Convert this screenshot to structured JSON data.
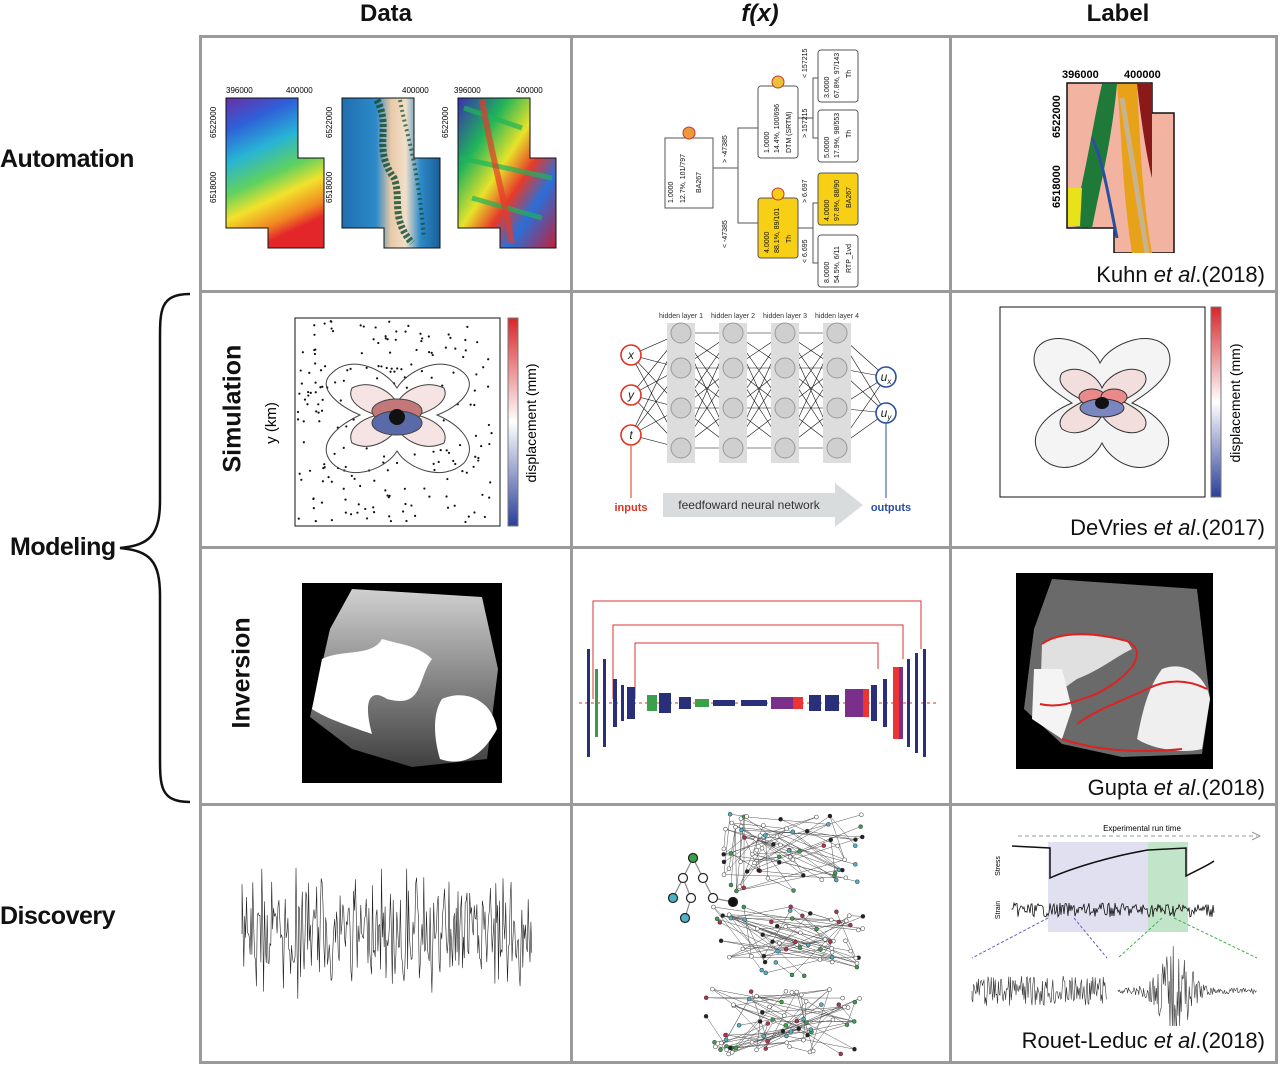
{
  "columns": {
    "data": "Data",
    "fx": "f(x)",
    "label": "Label"
  },
  "rows": {
    "automation": "Automation",
    "modeling": "Modeling",
    "simulation": "Simulation",
    "inversion": "Inversion",
    "discovery": "Discovery"
  },
  "automation": {
    "map_ticks": {
      "x1": "396000",
      "x2": "400000",
      "y1": "6522000",
      "y2": "6518000"
    },
    "label_ticks": {
      "x1": "396000",
      "x2": "400000",
      "y1": "6522000",
      "y2": "6518000"
    },
    "tree": {
      "root_lines": [
        "1.0000",
        "12.7%, 101/797",
        "BA267"
      ],
      "split_hi": "> -47385",
      "split_lo": "< -47385",
      "node_a": [
        "1.0000",
        "14.4%, 100/696",
        "DTM (SRTM)"
      ],
      "node_b": [
        "4.0000",
        "88.1%, 89/101",
        "Th"
      ],
      "split_a_hi": "< 157215",
      "split_a_lo": "> 157215",
      "split_b_hi": "> 6.697",
      "split_b_lo": "< 6.695",
      "leaf1": [
        "3.0000",
        "67.8%, 97/143",
        "Th"
      ],
      "leaf2": [
        "5.0000",
        "17.9%, 98/553",
        "Th"
      ],
      "leaf3": [
        "4.0000",
        "97.8%, 88/90",
        "BA267"
      ],
      "leaf4": [
        "8.0000",
        "54.5%, 6/11",
        "RTP_1vd"
      ]
    },
    "citation": {
      "name": "Kuhn ",
      "etal": "et al",
      "year": ".(2018)"
    }
  },
  "simulation": {
    "ylabel": "y (km)",
    "colorbar_label": "displacement (mm)",
    "nn": {
      "layers": [
        "hidden layer 1",
        "hidden layer 2",
        "hidden layer 3",
        "hidden layer 4"
      ],
      "inputs": [
        "x",
        "y",
        "t"
      ],
      "outputs": [
        "u",
        "u"
      ],
      "output_subs": [
        "x",
        "y"
      ],
      "inputs_label": "inputs",
      "outputs_label": "outputs",
      "arrow_label": "feedfoward neural network"
    },
    "label_colorbar": "displacement (mm)",
    "citation": {
      "name": "DeVries ",
      "etal": "et al",
      "year": ".(2017)"
    }
  },
  "inversion": {
    "citation": {
      "name": "Gupta ",
      "etal": "et al",
      "year": ".(2018)"
    }
  },
  "discovery": {
    "run_time": "Experimental run time",
    "stress": "Stress",
    "strain": "Strain",
    "citation": {
      "name": "Rouet-Leduc ",
      "etal": "et al",
      "year": ".(2018)"
    }
  }
}
